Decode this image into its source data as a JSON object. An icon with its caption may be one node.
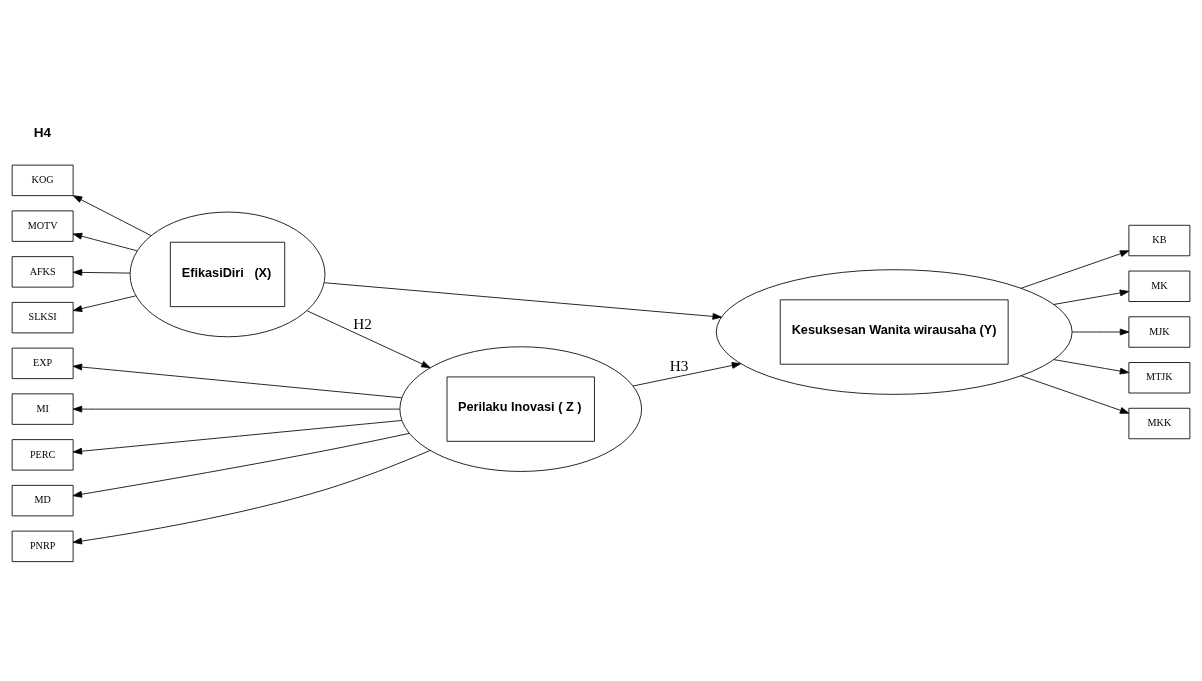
{
  "diagram": {
    "nodes": [
      {
        "text": [
          "Perilaku Inovasi ( Z )"
        ]
      },
      {
        "text": [
          "EXP"
        ]
      },
      {
        "text": [
          "MI"
        ]
      },
      {
        "text": [
          "PERC"
        ]
      },
      {
        "text": [
          "MD"
        ]
      },
      {
        "text": [
          "PNRP"
        ]
      },
      {
        "text": [
          "EfikasiDiri   (X)"
        ]
      },
      {
        "text": [
          "KOG"
        ]
      },
      {
        "text": [
          "MOTV"
        ]
      },
      {
        "text": [
          "AFKS"
        ]
      },
      {
        "text": [
          "SLKSI"
        ]
      },
      {
        "text": [
          "Kesuksesan Wanita wirausaha (Y)"
        ]
      },
      {
        "text": [
          "KB"
        ]
      },
      {
        "text": [
          "MK"
        ]
      },
      {
        "text": [
          "MJK"
        ]
      },
      {
        "text": [
          "MTJK"
        ]
      },
      {
        "text": [
          "MKK"
        ]
      }
    ],
    "edges": [
      {
        "from": 0,
        "to": 1,
        "arrow": "to"
      },
      {
        "from": 0,
        "to": 2,
        "arrow": "to"
      },
      {
        "from": 0,
        "to": 3,
        "arrow": "to"
      },
      {
        "from": 0,
        "to": 4,
        "arrow": "to"
      },
      {
        "from": 0,
        "to": 5,
        "arrow": "to"
      },
      {
        "from": 6,
        "to": 0,
        "arrow": "to",
        "label": "H2"
      },
      {
        "from": 0,
        "to": 11,
        "arrow": "to",
        "label": "H3"
      },
      {
        "from": 6,
        "to": 7,
        "arrow": "to"
      },
      {
        "from": 6,
        "to": 8,
        "arrow": "to"
      },
      {
        "from": 6,
        "to": 9,
        "arrow": "to"
      },
      {
        "from": 6,
        "to": 10,
        "arrow": "to"
      },
      {
        "from": 6,
        "to": 11,
        "arrow": "to"
      },
      {
        "from": 11,
        "to": 12,
        "arrow": "to"
      },
      {
        "from": 11,
        "to": 13,
        "arrow": "to"
      },
      {
        "from": 11,
        "to": 14,
        "arrow": "to"
      },
      {
        "from": 11,
        "to": 15,
        "arrow": "to"
      },
      {
        "from": 11,
        "to": 16,
        "arrow": "to"
      }
    ],
    "labels": [
      "H4"
    ]
  }
}
